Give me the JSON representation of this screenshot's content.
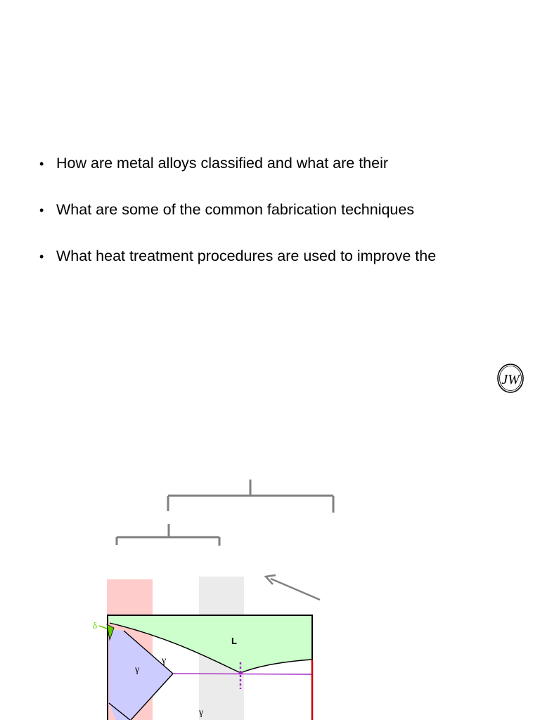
{
  "bullets": [
    "How are metal alloys classified and what are their",
    "What are some of the common fabrication techniques",
    "What heat treatment procedures are used to improve the"
  ],
  "bullet_symbol": "•",
  "logo": {
    "icon": "wiley-logo-icon",
    "text": "JW"
  },
  "phase_diagram": {
    "labels": {
      "delta": "δ",
      "liquid": "L",
      "gamma_left": "γ",
      "gamma_mid": "γ",
      "gamma_bottom": "γ"
    },
    "colors": {
      "liquid_region": "#ccffcc",
      "gamma_region": "#ccccff",
      "pink_band": "#ffcccc",
      "gray_band": "#ebebeb",
      "eutectic_line": "#a020c0",
      "delta_marker": "#66cc00",
      "bracket": "#808080"
    }
  }
}
